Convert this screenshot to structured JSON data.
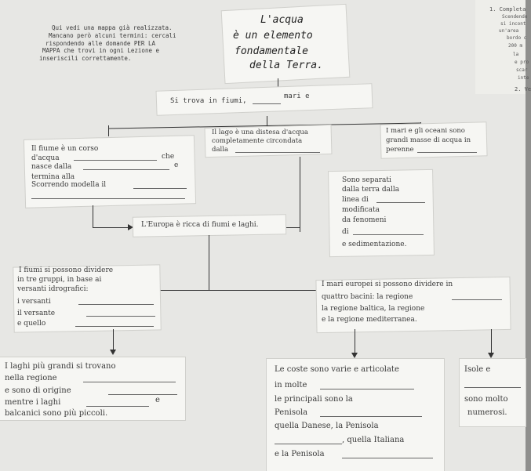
{
  "intro": {
    "line1": "Qui vedi una mappa già realizzata.",
    "line2": "Mancano però alcuni termini: cercali",
    "line3": "rispondendo alle domande PER LA",
    "line4": "MAPPA che trovi in ogni Lezione e",
    "line5": "inseriscili correttamente."
  },
  "title": {
    "line1": "L'acqua",
    "line2": "è un elemento",
    "line3": "fondamentale",
    "line4": "della Terra."
  },
  "top_box": {
    "left": "Si trova in fiumi,",
    "right": "mari e"
  },
  "fiume": {
    "l1": "Il fiume è un corso",
    "l2": "d'acqua",
    "l2b": "che",
    "l3": "nasce dalla",
    "l3b": "e",
    "l4": "termina alla",
    "l5": "Scorrendo modella il"
  },
  "lago": {
    "l1": "Il lago è una distesa d'acqua",
    "l2": "completamente circondata",
    "l3": "dalla"
  },
  "mari": {
    "l1": "I mari e gli oceani sono",
    "l2": "grandi masse di acqua in",
    "l3": "perenne"
  },
  "europa": "L'Europa è ricca di fiumi e laghi.",
  "separati": {
    "l1": "Sono separati",
    "l2": "dalla terra dalla",
    "l3": "linea di",
    "l4": "modificata",
    "l5": "da fenomeni",
    "l6": "di",
    "l7": "e sedimentazione."
  },
  "fiumi_gruppi": {
    "l1": "I fiumi si possono dividere",
    "l2": "in tre gruppi, in base ai",
    "l3": "versanti idrografici:",
    "l4": "i versanti",
    "l5": "il versante",
    "l6": "e quello"
  },
  "mari_europei": {
    "l1": "I mari europei si possono dividere in",
    "l2": "quattro bacini: la regione",
    "l3": "la regione baltica, la regione",
    "l4": "e la regione mediterranea."
  },
  "laghi": {
    "l1": "I laghi più grandi si trovano",
    "l2": "nella regione",
    "l3": "e sono di origine",
    "l4": "mentre i laghi",
    "l4b": "e",
    "l5": "balcanici sono più piccoli."
  },
  "coste": {
    "l1": "Le coste sono varie e articolate",
    "l2": "in molte",
    "l3": "le principali sono la",
    "l4": "Penisola",
    "l5": "quella Danese, la Penisola",
    "l6": ", quella Italiana",
    "l7": "e la Penisola"
  },
  "isole": {
    "l1": "Isole e",
    "l2": "sono molto",
    "l3": "numerosi."
  },
  "side": {
    "s1": "1. Completa",
    "s2": "Scendendo",
    "s3": "si incont",
    "s4": "un'area",
    "s5": "bordo c",
    "s6": "200 m",
    "s7": "la",
    "s8": "e pro",
    "s9": "scar",
    "s10": "inte",
    "s11": "2. Ve"
  }
}
